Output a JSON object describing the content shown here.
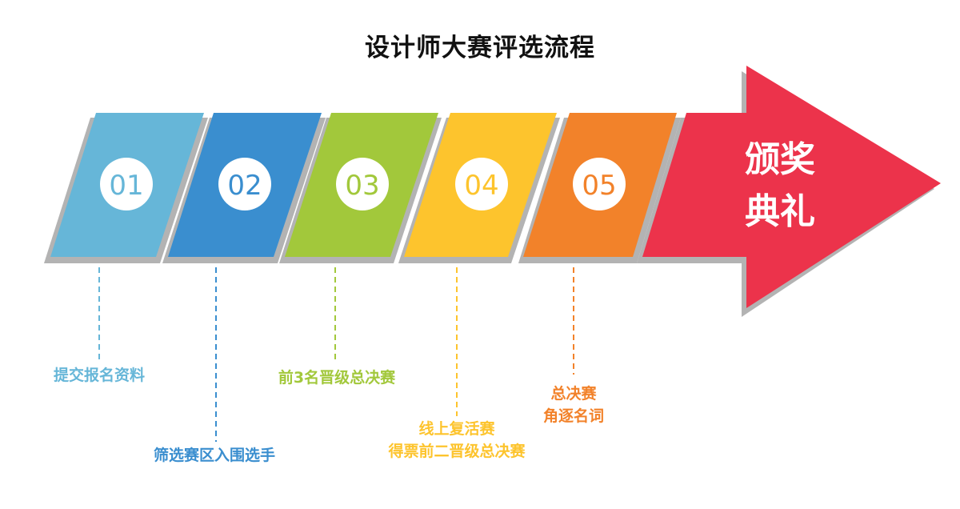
{
  "title": "设计师大赛评选流程",
  "steps": [
    {
      "number": "01",
      "label_lines": [
        "提交报名资料"
      ],
      "color": "#66b6d8"
    },
    {
      "number": "02",
      "label_lines": [
        "筛选赛区入围选手"
      ],
      "color": "#3a8ecf"
    },
    {
      "number": "03",
      "label_lines": [
        "前3名晋级总决赛"
      ],
      "color": "#a2c83b"
    },
    {
      "number": "04",
      "label_lines": [
        "线上复活赛",
        "得票前二晋级总决赛"
      ],
      "color": "#fdc42d"
    },
    {
      "number": "05",
      "label_lines": [
        "总决赛",
        "角逐名词"
      ],
      "color": "#f2822a"
    }
  ],
  "final": {
    "lines": [
      "颁奖",
      "典礼"
    ],
    "color": "#ec334b"
  }
}
